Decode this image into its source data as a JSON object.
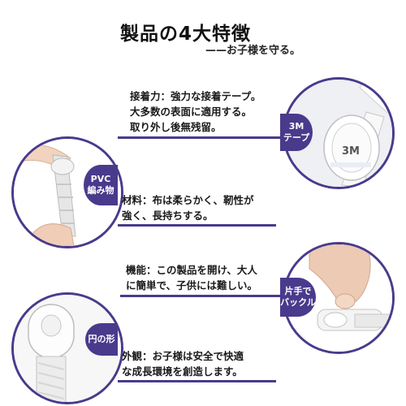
{
  "heading": {
    "title": "製品の4大特徴",
    "subtitle": "——お子様を守る。"
  },
  "features": [
    {
      "id": "adhesive",
      "lines": [
        "接着力：強力な接着テープ。",
        "大多数の表面に適用する。",
        "取り外し後無残留。"
      ],
      "badge": [
        "3M",
        "テープ"
      ],
      "icon": "3m-tape-strap-image"
    },
    {
      "id": "material",
      "lines": [
        "材料：布は柔らかく、靭性が",
        "強く、長持ちする。"
      ],
      "badge": [
        "PVC",
        "編み物"
      ],
      "icon": "hand-holding-strap-image"
    },
    {
      "id": "function",
      "lines": [
        "機能：この製品を開け、大人",
        "に簡単で、子供には難しい。"
      ],
      "badge": [
        "片手で",
        "バックル"
      ],
      "icon": "finger-pressing-buckle-image"
    },
    {
      "id": "appearance",
      "lines": [
        "外観：お子様は安全で快適",
        "な成長環境を創造します。"
      ],
      "badge": [
        "円の形"
      ],
      "icon": "round-buckle-image"
    }
  ],
  "colors": {
    "accent": "#4a3a8c",
    "text": "#1a1a1a"
  }
}
